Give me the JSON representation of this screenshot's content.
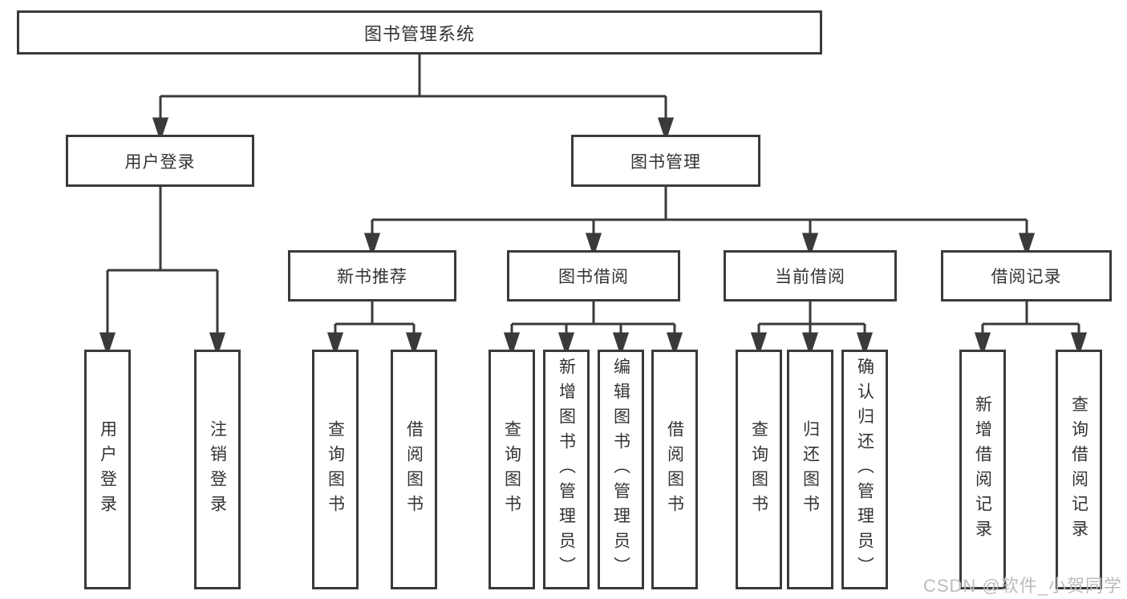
{
  "diagram_title": "图书管理系统",
  "tree": {
    "root": "图书管理系统",
    "branches": [
      {
        "label": "用户登录",
        "children": [
          "用户登录",
          "注销登录"
        ]
      },
      {
        "label": "图书管理",
        "groups": [
          {
            "label": "新书推荐",
            "children": [
              "查询图书",
              "借阅图书"
            ]
          },
          {
            "label": "图书借阅",
            "children": [
              "查询图书",
              "新增图书（管理员）",
              "编辑图书（管理员）",
              "借阅图书"
            ]
          },
          {
            "label": "当前借阅",
            "children": [
              "查询图书",
              "归还图书",
              "确认归还（管理员）"
            ]
          },
          {
            "label": "借阅记录",
            "children": [
              "新增借阅记录",
              "查询借阅记录"
            ]
          }
        ]
      }
    ]
  },
  "watermark": "CSDN @软件_小贺同学",
  "colors": {
    "line": "#3a3a3a",
    "text": "#333333",
    "background": "#ffffff",
    "watermark": "#bcbcbc"
  }
}
